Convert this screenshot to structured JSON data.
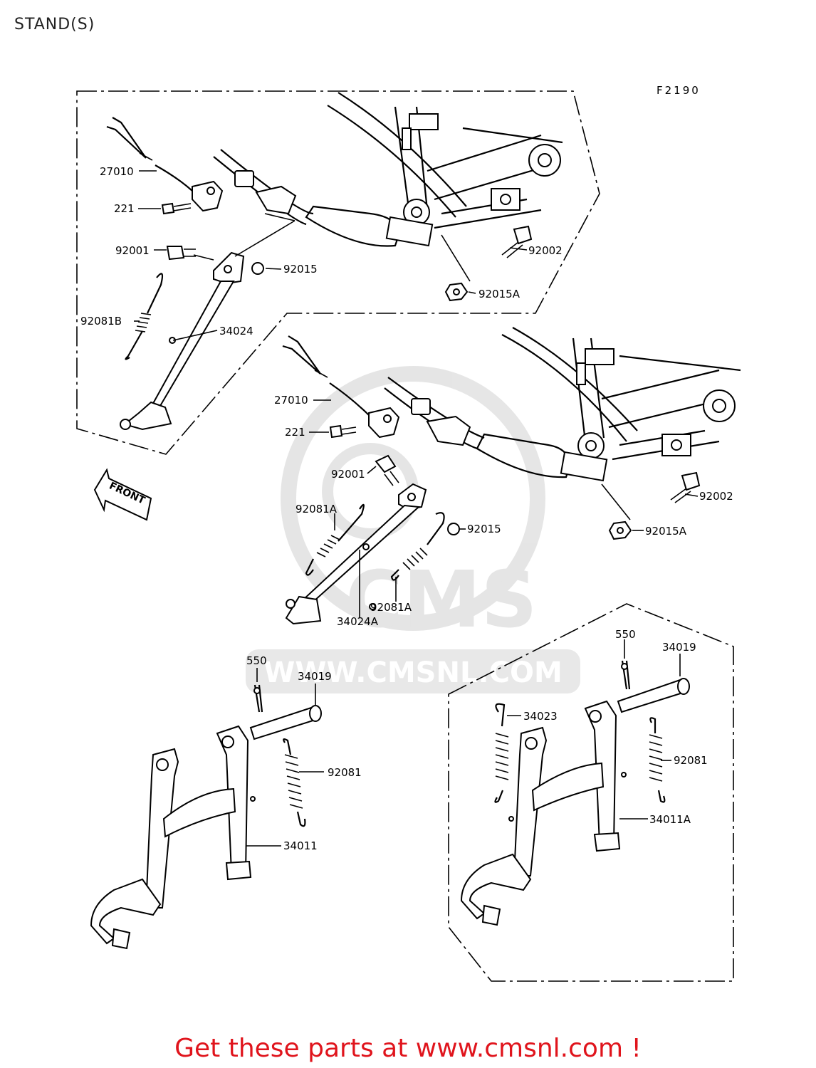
{
  "page": {
    "title": "STAND(S)",
    "figure_code": "F2190",
    "footer": "Get these parts at www.cmsnl.com !",
    "watermark": "WWW.CMSNL.COM",
    "watermark_logo": "CMS",
    "direction_label": "FRONT"
  },
  "callouts": {
    "top_27010": "27010",
    "top_221": "221",
    "top_92001": "92001",
    "top_92015": "92015",
    "top_92002": "92002",
    "top_92015A": "92015A",
    "top_92081B": "92081B",
    "top_34024": "34024",
    "mid_27010": "27010",
    "mid_221": "221",
    "mid_92001": "92001",
    "mid_92081A_left": "92081A",
    "mid_92015": "92015",
    "mid_92002": "92002",
    "mid_92015A": "92015A",
    "mid_34024A": "34024A",
    "mid_92081A_right": "92081A",
    "left_550": "550",
    "left_34019": "34019",
    "left_92081": "92081",
    "left_34011": "34011",
    "right_550": "550",
    "right_34019": "34019",
    "right_34023": "34023",
    "right_92081": "92081",
    "right_34011A": "34011A"
  },
  "colors": {
    "footer": "#e0141c",
    "line": "#000000",
    "watermark": "#d9d9d9"
  }
}
